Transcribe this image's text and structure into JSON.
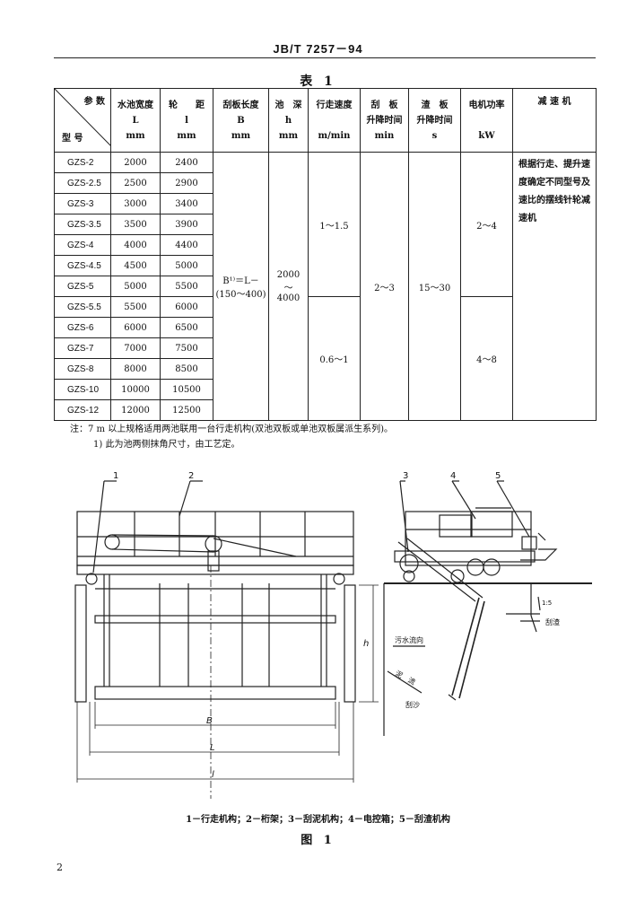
{
  "header": {
    "standard_no": "JB/T 7257－94"
  },
  "table": {
    "title": "表 1",
    "corner_param": "参 数",
    "corner_model": "型 号",
    "columns": [
      {
        "name": "水池宽度",
        "sym": "L",
        "unit": "mm"
      },
      {
        "name": "轮　　距",
        "sym": "l",
        "unit": "mm"
      },
      {
        "name": "刮板长度",
        "sym": "B",
        "unit": "mm"
      },
      {
        "name": "池　深",
        "sym": "h",
        "unit": "mm"
      },
      {
        "name": "行走速度",
        "sym": "",
        "unit": "m/min"
      },
      {
        "name": "刮　板",
        "sym": "升降时间",
        "unit": "min"
      },
      {
        "name": "渣　板",
        "sym": "升降时间",
        "unit": "s"
      },
      {
        "name": "电机功率",
        "sym": "",
        "unit": "kW"
      },
      {
        "name": "减 速 机",
        "sym": "",
        "unit": ""
      }
    ],
    "rows": [
      {
        "model": "GZS-2",
        "L": "2000",
        "l": "2400"
      },
      {
        "model": "GZS-2.5",
        "L": "2500",
        "l": "2900"
      },
      {
        "model": "GZS-3",
        "L": "3000",
        "l": "3400"
      },
      {
        "model": "GZS-3.5",
        "L": "3500",
        "l": "3900"
      },
      {
        "model": "GZS-4",
        "L": "4000",
        "l": "4400"
      },
      {
        "model": "GZS-4.5",
        "L": "4500",
        "l": "5000"
      },
      {
        "model": "GZS-5",
        "L": "5000",
        "l": "5500"
      },
      {
        "model": "GZS-5.5",
        "L": "5500",
        "l": "6000"
      },
      {
        "model": "GZS-6",
        "L": "6000",
        "l": "6500"
      },
      {
        "model": "GZS-7",
        "L": "7000",
        "l": "7500"
      },
      {
        "model": "GZS-8",
        "L": "8000",
        "l": "8500"
      },
      {
        "model": "GZS-10",
        "L": "10000",
        "l": "10500"
      },
      {
        "model": "GZS-12",
        "L": "12000",
        "l": "12500"
      }
    ],
    "merged": {
      "B_line1": "B¹⁾＝L－",
      "B_line2": "(150～400)",
      "h_line1": "2000",
      "h_line2": "～",
      "h_line3": "4000",
      "speed_upper": "1～1.5",
      "speed_lower": "0.6～1",
      "scraper_time": "2～3",
      "slag_time": "15～30",
      "power_upper": "2～4",
      "power_lower": "4～8",
      "reducer": "根据行走、提升速度确定不同型号及速比的摆线针轮减速机"
    }
  },
  "notes": {
    "line1": "注：7 m 以上规格适用两池联用一台行走机构(双池双板或单池双板属派生系列)。",
    "line2": "1) 此为池两侧抹角尺寸，由工艺定。"
  },
  "figure": {
    "callouts": [
      "1",
      "2",
      "3",
      "4",
      "5"
    ],
    "dim_h": "h",
    "dim_B": "B",
    "dim_L": "L",
    "dim_l": "l",
    "label_water": "污水流向",
    "label_mud": "泥　流",
    "label_sand": "刮沙",
    "label_slag": "刮渣",
    "label_slope": "1:5",
    "legend": "1－行走机构；2－桁架；3－刮泥机构；4－电控箱；5－刮渣机构",
    "title": "图 1"
  },
  "page": {
    "number": "2"
  }
}
